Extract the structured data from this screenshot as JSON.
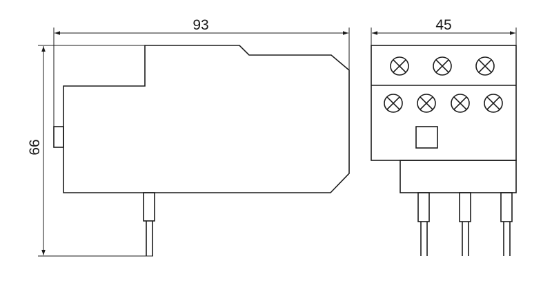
{
  "dimensions": {
    "width_label": "93",
    "height_label": "66",
    "front_width_label": "45"
  },
  "colors": {
    "line": "#1a1a1a",
    "background": "#ffffff"
  }
}
